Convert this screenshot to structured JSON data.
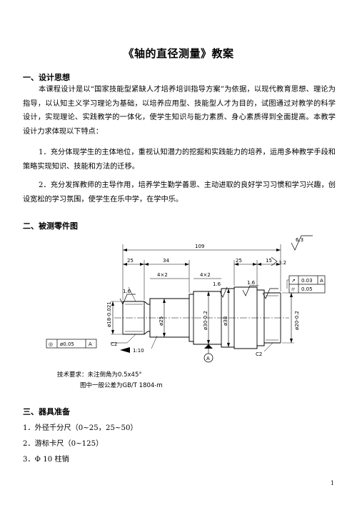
{
  "title": "《轴的直径测量》教案",
  "section1": {
    "heading": "一、设计思想",
    "para": "本课程设计是以“国家技能型紧缺人才培养培训指导方案”为依据，以现代教育思想、理论为指导，以认知主义学习理论为基础，以培养应用型、技能型人才为目的，试图通过对教学的科学设计，实现理论、实践教学的一体化，使学生知识与能力素质、身心素质得到全面提高。本教学设计力求体现以下特点：",
    "point1": "1．充分体现学生的主体地位，重视认知潜力的挖掘和实践能力的培养，运用多种教学手段和策略实现知识、技能和方法的迁移。",
    "point2": "2．充分发挥教师的主导作用，培养学生勤学善思、主动进取的良好学习习惯和学习兴趣，创设宽松的学习氛围，使学生在乐中学，在学中乐。"
  },
  "section2": {
    "heading": "二、被测零件图",
    "drawing": {
      "overall_length": "109",
      "len_25a": "25",
      "len_34": "34",
      "len_25b": "25",
      "len_15": "15",
      "groove_a": "4×2",
      "groove_b": "4×2",
      "rough_global": "6.3",
      "rough_32": "3.2",
      "rough_16a": "1.6",
      "rough_16b": "1.6",
      "rough_16c": "1.6",
      "dia_left": "ø18-0.021",
      "dia_25": "ø25",
      "dia_30": "ø30-0.2",
      "dia_38": "ø38",
      "dia_right": "ø20-0.2",
      "chamfer_left": "C2",
      "chamfer_right": "C2",
      "taper": "1:10",
      "gdt_left_sym": "◎",
      "gdt_left_val": "ø0.05",
      "gdt_left_ref": "A",
      "gdt_r1_sym": "↗",
      "gdt_r1_val": "0.03",
      "gdt_r1_ref": "A",
      "gdt_r2_sym": "⌭",
      "gdt_r2_val": "0.05",
      "datum_label": "A"
    },
    "note_line1": "技术要求：未注倒角为0.5x45°",
    "note_line2": "图中一般公差为GB/T 1804-m"
  },
  "section3": {
    "heading": "三、器具准备",
    "item1": "1．外径千分尺（0~25，25~50）",
    "item2": "2．游标卡尺（0~125）",
    "item3": "3．Φ 10 柱销"
  },
  "page_number": "1"
}
